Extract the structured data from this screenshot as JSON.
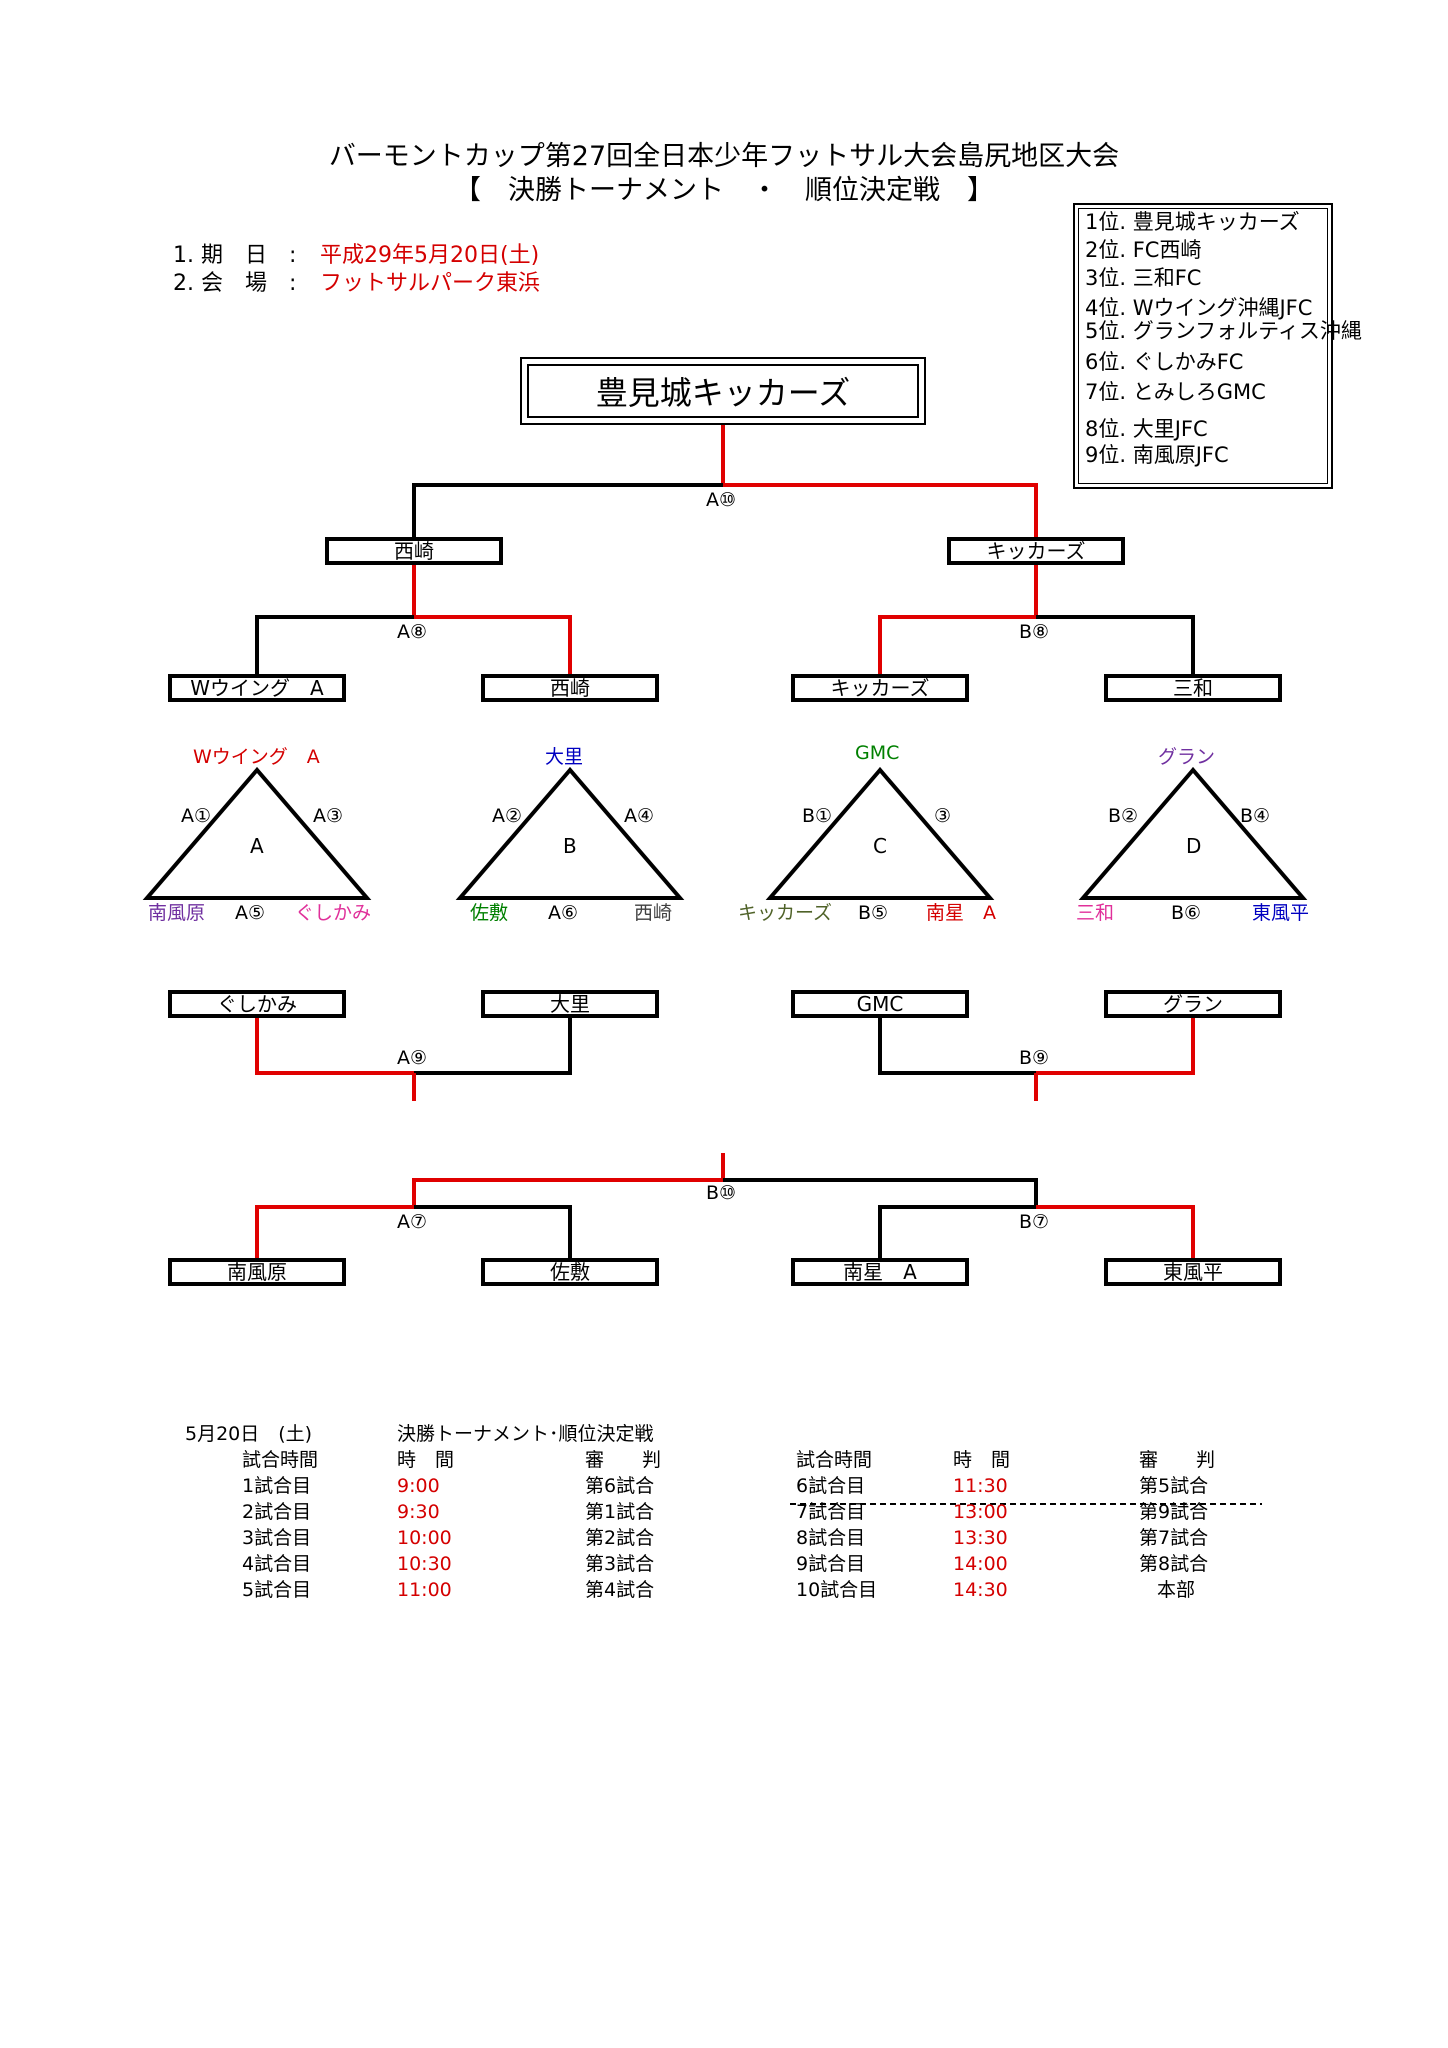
{
  "title": {
    "line1": "バーモントカップ第27回全日本少年フットサル大会島尻地区大会",
    "line2": "【　決勝トーナメント　・　順位決定戦　】"
  },
  "info": {
    "date_label": "1. 期　日　:",
    "date_value": "平成29年5月20日(土)",
    "venue_label": "2. 会　場　:",
    "venue_value": "フットサルパーク東浜"
  },
  "champion": "豊見城キッカーズ",
  "ranking": [
    "1位. 豊見城キッカーズ",
    "2位. FC西崎",
    "3位. 三和FC",
    "4位. Wウイング沖縄JFC",
    "5位. グランフォルティス沖縄",
    "6位. ぐしかみFC",
    "7位. とみしろGMC",
    "8位. 大里JFC",
    "9位. 南風原JFC"
  ],
  "bracket": {
    "final_label": "A⑩",
    "semi_left": "西崎",
    "semi_right": "キッカーズ",
    "semi_left_label": "A⑧",
    "semi_right_label": "B⑧",
    "qf": [
      "Wウイング　A",
      "西崎",
      "キッカーズ",
      "三和"
    ],
    "ninth_left_label": "A⑨",
    "ninth_right_label": "B⑨",
    "ninth_teams": [
      "ぐしかみ",
      "大里",
      "GMC",
      "グラン"
    ],
    "b_final_label": "B⑩",
    "seventh_left_label": "A⑦",
    "seventh_right_label": "B⑦",
    "bottom_teams": [
      "南風原",
      "佐敷",
      "南星　A",
      "東風平"
    ]
  },
  "groups": [
    {
      "letter": "A",
      "top": "Wウイング　A",
      "left": "南風原",
      "right": "ぐしかみ",
      "m_left": "A①",
      "m_right": "A③",
      "m_bottom": "A⑤",
      "colors": {
        "top": "#d40000",
        "left": "#7030a0",
        "right": "#e0309a"
      }
    },
    {
      "letter": "B",
      "top": "大里",
      "left": "佐敷",
      "right": "西崎",
      "m_left": "A②",
      "m_right": "A④",
      "m_bottom": "A⑥",
      "colors": {
        "top": "#0000c0",
        "left": "#008000",
        "right": "#404040"
      }
    },
    {
      "letter": "C",
      "top": "GMC",
      "left": "キッカーズ",
      "right": "南星　A",
      "m_left": "B①",
      "m_right": "③",
      "m_bottom": "B⑤",
      "colors": {
        "top": "#008000",
        "left": "#4f6228",
        "right": "#d40000"
      }
    },
    {
      "letter": "D",
      "top": "グラン",
      "left": "三和",
      "right": "東風平",
      "m_left": "B②",
      "m_right": "B④",
      "m_bottom": "B⑥",
      "colors": {
        "top": "#7030a0",
        "left": "#e0309a",
        "right": "#0000c0"
      }
    }
  ],
  "schedule": {
    "date": "5月20日　(土)",
    "heading": "決勝トーナメント･順位決定戦",
    "col_match": "試合時間",
    "col_time": "時　間",
    "col_ref": "審　　判",
    "left": [
      {
        "match": "1試合目",
        "time": "9:00",
        "ref": "第6試合"
      },
      {
        "match": "2試合目",
        "time": "9:30",
        "ref": "第1試合"
      },
      {
        "match": "3試合目",
        "time": "10:00",
        "ref": "第2試合"
      },
      {
        "match": "4試合目",
        "time": "10:30",
        "ref": "第3試合"
      },
      {
        "match": "5試合目",
        "time": "11:00",
        "ref": "第4試合"
      }
    ],
    "right": [
      {
        "match": "6試合目",
        "time": "11:30",
        "ref": "第5試合"
      },
      {
        "match": "7試合目",
        "time": "13:00",
        "ref": "第9試合"
      },
      {
        "match": "8試合目",
        "time": "13:30",
        "ref": "第7試合"
      },
      {
        "match": "9試合目",
        "time": "14:00",
        "ref": "第8試合"
      },
      {
        "match": "10試合目",
        "time": "14:30",
        "ref": "本部"
      }
    ]
  },
  "colors": {
    "win_line": "#e00000",
    "line": "#000000",
    "time_text": "#d40000"
  }
}
